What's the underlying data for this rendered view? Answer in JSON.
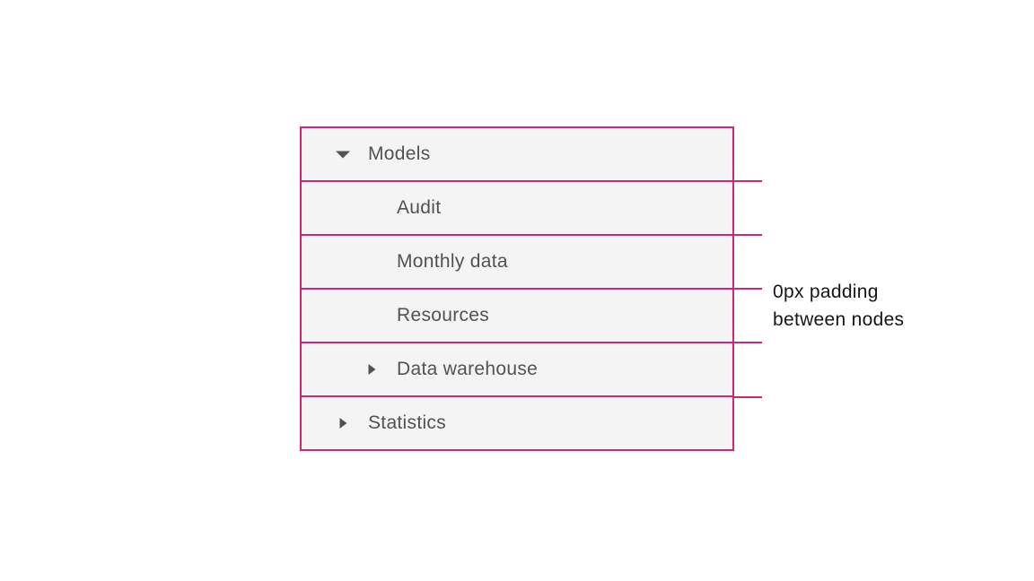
{
  "colors": {
    "annotation_pink": "#d02670",
    "node_background": "#f4f4f4",
    "node_text": "#525252",
    "annotation_text": "#161616",
    "page_background": "#ffffff"
  },
  "tree": {
    "nodes": [
      {
        "label": "Models",
        "caret": "caret-down",
        "expanded": true,
        "level": 0
      },
      {
        "label": "Audit",
        "caret": "none",
        "level": 1
      },
      {
        "label": "Monthly data",
        "caret": "none",
        "level": 1
      },
      {
        "label": "Resources",
        "caret": "none",
        "level": 1
      },
      {
        "label": "Data warehouse",
        "caret": "caret-right",
        "expanded": false,
        "level": 1
      },
      {
        "label": "Statistics",
        "caret": "caret-right",
        "expanded": false,
        "level": 0
      }
    ]
  },
  "annotation": {
    "line1": "0px padding",
    "line2": "between nodes"
  }
}
